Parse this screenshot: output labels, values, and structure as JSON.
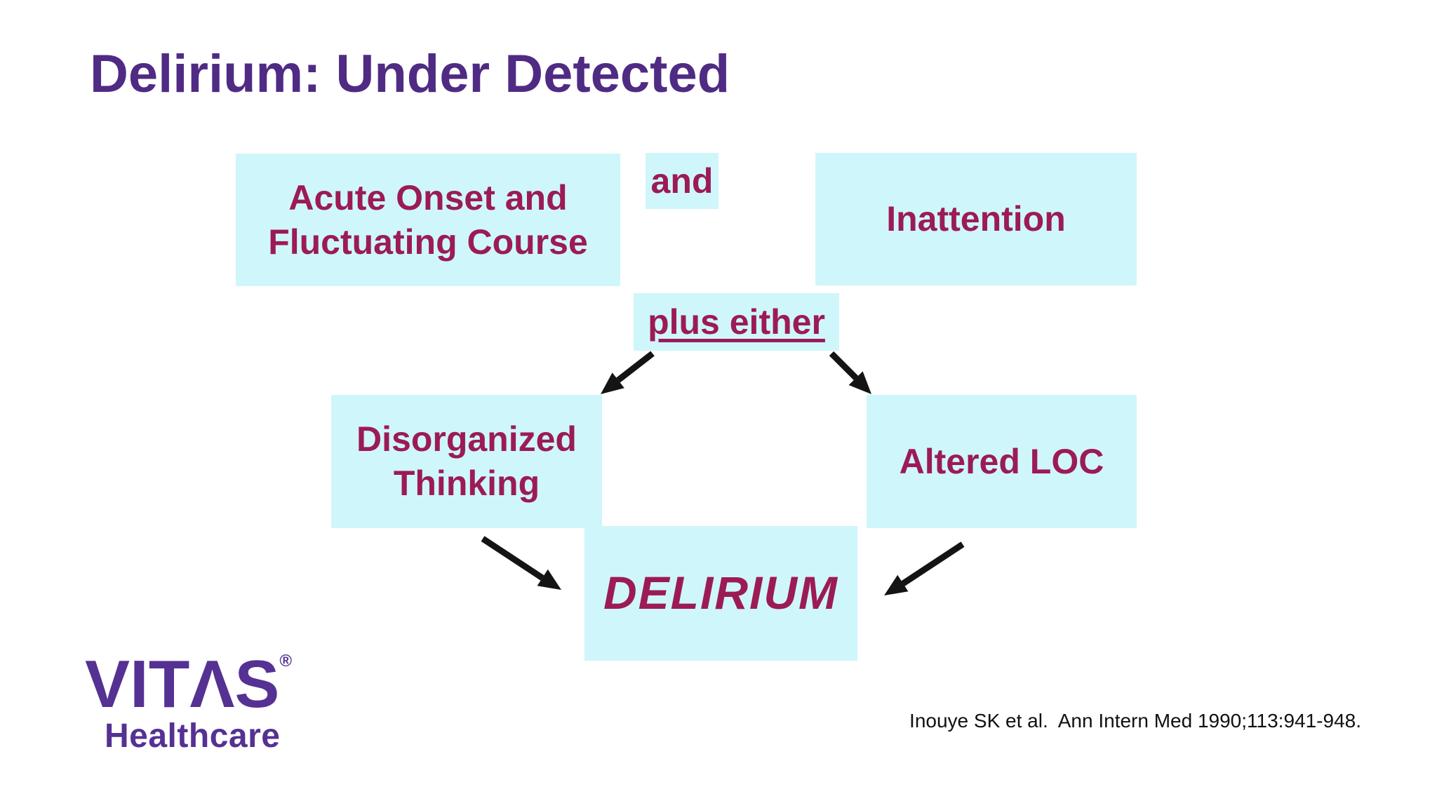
{
  "slide": {
    "title": "Delirium: Under Detected",
    "citation": "Inouye SK et al.  Ann Intern Med 1990;113:941-948."
  },
  "diagram": {
    "boxes": {
      "acute": {
        "label": "Acute Onset and Fluctuating Course"
      },
      "inattention": {
        "label": "Inattention"
      },
      "disorganized": {
        "label": "Disorganized Thinking"
      },
      "altered_loc": {
        "label": "Altered LOC"
      },
      "delirium": {
        "label": "DELIRIUM"
      }
    },
    "connectors": {
      "and": {
        "label": "and"
      },
      "plus_either": {
        "label": "plus either"
      }
    },
    "arrows": [
      {
        "from": "plus_either",
        "to": "disorganized"
      },
      {
        "from": "plus_either",
        "to": "altered_loc"
      },
      {
        "from": "disorganized",
        "to": "delirium"
      },
      {
        "from": "altered_loc",
        "to": "delirium"
      }
    ]
  },
  "logo": {
    "name": "VITAS",
    "display": "VITΛS",
    "registered": "®",
    "subtitle": "Healthcare"
  },
  "colors": {
    "box_fill": "#CFF6FB",
    "box_text": "#9C1B55",
    "title_color": "#4F2B84",
    "logo_color": "#553193",
    "arrow_color": "#141414",
    "citation_color": "#111111"
  }
}
